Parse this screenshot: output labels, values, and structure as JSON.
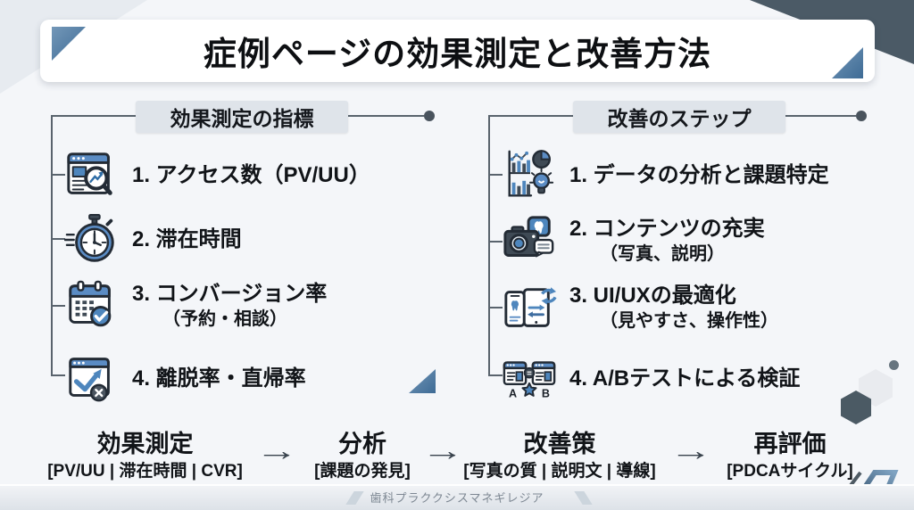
{
  "page": {
    "title": "症例ページの効果測定と改善方法"
  },
  "sections": [
    {
      "header": "効果測定の指標",
      "items": [
        {
          "icon": "browser-analytics-icon",
          "label": "1. アクセス数（PV/UU）",
          "sub": ""
        },
        {
          "icon": "stopwatch-icon",
          "label": "2. 滞在時間",
          "sub": ""
        },
        {
          "icon": "calendar-check-icon",
          "label": "3. コンバージョン率",
          "sub": "（予約・相談）"
        },
        {
          "icon": "bounce-exit-icon",
          "label": "4. 離脱率・直帰率",
          "sub": ""
        }
      ]
    },
    {
      "header": "改善のステップ",
      "items": [
        {
          "icon": "data-analysis-icon",
          "label": "1. データの分析と課題特定",
          "sub": ""
        },
        {
          "icon": "camera-content-icon",
          "label": "2. コンテンツの充実",
          "sub": "（写真、説明）"
        },
        {
          "icon": "uiux-devices-icon",
          "label": "3. UI/UXの最適化",
          "sub": "（見やすさ、操作性）"
        },
        {
          "icon": "ab-test-icon",
          "label": "4. A/Bテストによる検証",
          "sub": "",
          "icon_label_a": "A",
          "icon_label_b": "B"
        }
      ]
    }
  ],
  "flow": {
    "arrow": "→",
    "steps": [
      {
        "title": "効果測定",
        "sub": "[PV/UU | 滞在時間 | CVR]"
      },
      {
        "title": "分析",
        "sub": "[課題の発見]"
      },
      {
        "title": "改善策",
        "sub": "[写真の質 | 説明文 | 導線]"
      },
      {
        "title": "再評価",
        "sub": "[PDCAサイクル]"
      }
    ]
  },
  "footer": {
    "brand": "歯科プラククシスマネギレジア"
  },
  "colors": {
    "accent_blue": "#4e86bd",
    "header_blue": "#5b8cc4",
    "dark_slate": "#4b5a66",
    "badge_bg": "#dfe4ea",
    "line_gray": "#59636d",
    "footer_text": "#7e8893"
  }
}
